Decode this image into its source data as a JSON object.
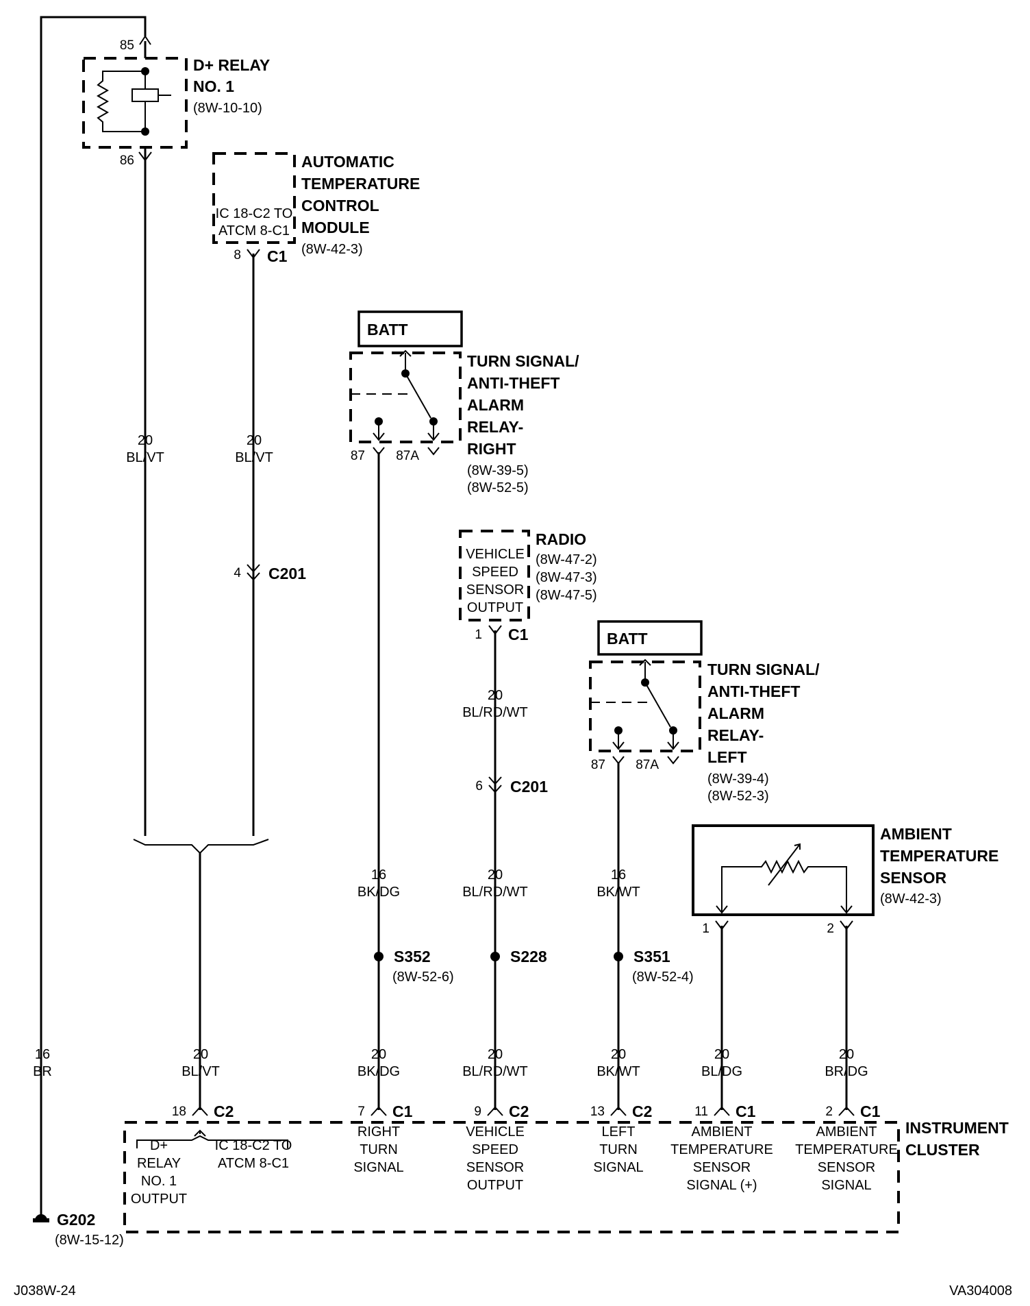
{
  "relay_d": {
    "name_1": "D+ RELAY",
    "name_2": "NO. 1",
    "ref": "(8W-10-10)",
    "pin_top": "85",
    "pin_bottom": "86"
  },
  "atc": {
    "l1": "AUTOMATIC",
    "l2": "TEMPERATURE",
    "l3": "CONTROL",
    "l4": "MODULE",
    "ref": "(8W-42-3)",
    "inner_1": "IC 18-C2 TO",
    "inner_2": "ATCM 8-C1",
    "pin": "8",
    "conn": "C1"
  },
  "ts_right": {
    "batt": "BATT",
    "l1": "TURN SIGNAL/",
    "l2": "ANTI-THEFT",
    "l3": "ALARM",
    "l4": "RELAY-",
    "l5": "RIGHT",
    "ref_1": "(8W-39-5)",
    "ref_2": "(8W-52-5)",
    "pin_a": "87",
    "pin_b": "87A"
  },
  "radio": {
    "name": "RADIO",
    "ref_1": "(8W-47-2)",
    "ref_2": "(8W-47-3)",
    "ref_3": "(8W-47-5)",
    "inner_1": "VEHICLE",
    "inner_2": "SPEED",
    "inner_3": "SENSOR",
    "inner_4": "OUTPUT",
    "pin": "1",
    "conn": "C1"
  },
  "ts_left": {
    "batt": "BATT",
    "l1": "TURN SIGNAL/",
    "l2": "ANTI-THEFT",
    "l3": "ALARM",
    "l4": "RELAY-",
    "l5": "LEFT",
    "ref_1": "(8W-39-4)",
    "ref_2": "(8W-52-3)",
    "pin_a": "87",
    "pin_b": "87A"
  },
  "ambient": {
    "l1": "AMBIENT",
    "l2": "TEMPERATURE",
    "l3": "SENSOR",
    "ref": "(8W-42-3)",
    "pin_1": "1",
    "pin_2": "2"
  },
  "wires": {
    "w1_gauge": "20",
    "w1_color": "BL/VT",
    "w2_gauge": "20",
    "w2_color": "BL/VT",
    "c201_a_pin": "4",
    "c201_a": "C201",
    "w3_gauge": "16",
    "w3_color": "BK/DG",
    "w4_gauge": "20",
    "w4_color": "BL/RD/WT",
    "c201_b_pin": "6",
    "c201_b": "C201",
    "w5_gauge": "20",
    "w5_color": "BL/RD/WT",
    "w6_gauge": "16",
    "w6_color": "BK/WT",
    "ground_gauge": "16",
    "ground_color": "BR",
    "b1_gauge": "20",
    "b1_color": "BL/VT",
    "b2_gauge": "20",
    "b2_color": "BK/DG",
    "b3_gauge": "20",
    "b3_color": "BL/RD/WT",
    "b4_gauge": "20",
    "b4_color": "BK/WT",
    "b5_gauge": "20",
    "b5_color": "BL/DG",
    "b6_gauge": "20",
    "b6_color": "BR/DG"
  },
  "splices": {
    "s352": "S352",
    "s352_ref": "(8W-52-6)",
    "s228": "S228",
    "s351": "S351",
    "s351_ref": "(8W-52-4)"
  },
  "cluster": {
    "name_1": "INSTRUMENT",
    "name_2": "CLUSTER",
    "p1_pin": "18",
    "p1_conn": "C2",
    "p2_pin": "7",
    "p2_conn": "C1",
    "p3_pin": "9",
    "p3_conn": "C2",
    "p4_pin": "13",
    "p4_conn": "C2",
    "p5_pin": "11",
    "p5_conn": "C1",
    "p6_pin": "2",
    "p6_conn": "C1",
    "f_d_1": "D+",
    "f_d_2": "RELAY",
    "f_d_3": "NO. 1",
    "f_d_4": "OUTPUT",
    "f_ic_1": "IC 18-C2 TO",
    "f_ic_2": "ATCM 8-C1",
    "f_rt_1": "RIGHT",
    "f_rt_2": "TURN",
    "f_rt_3": "SIGNAL",
    "f_vs_1": "VEHICLE",
    "f_vs_2": "SPEED",
    "f_vs_3": "SENSOR",
    "f_vs_4": "OUTPUT",
    "f_lt_1": "LEFT",
    "f_lt_2": "TURN",
    "f_lt_3": "SIGNAL",
    "f_a1_1": "AMBIENT",
    "f_a1_2": "TEMPERATURE",
    "f_a1_3": "SENSOR",
    "f_a1_4": "SIGNAL (+)",
    "f_a2_1": "AMBIENT",
    "f_a2_2": "TEMPERATURE",
    "f_a2_3": "SENSOR",
    "f_a2_4": "SIGNAL"
  },
  "ground": {
    "name": "G202",
    "ref": "(8W-15-12)"
  },
  "footer": {
    "left": "J038W-24",
    "right": "VA304008"
  }
}
